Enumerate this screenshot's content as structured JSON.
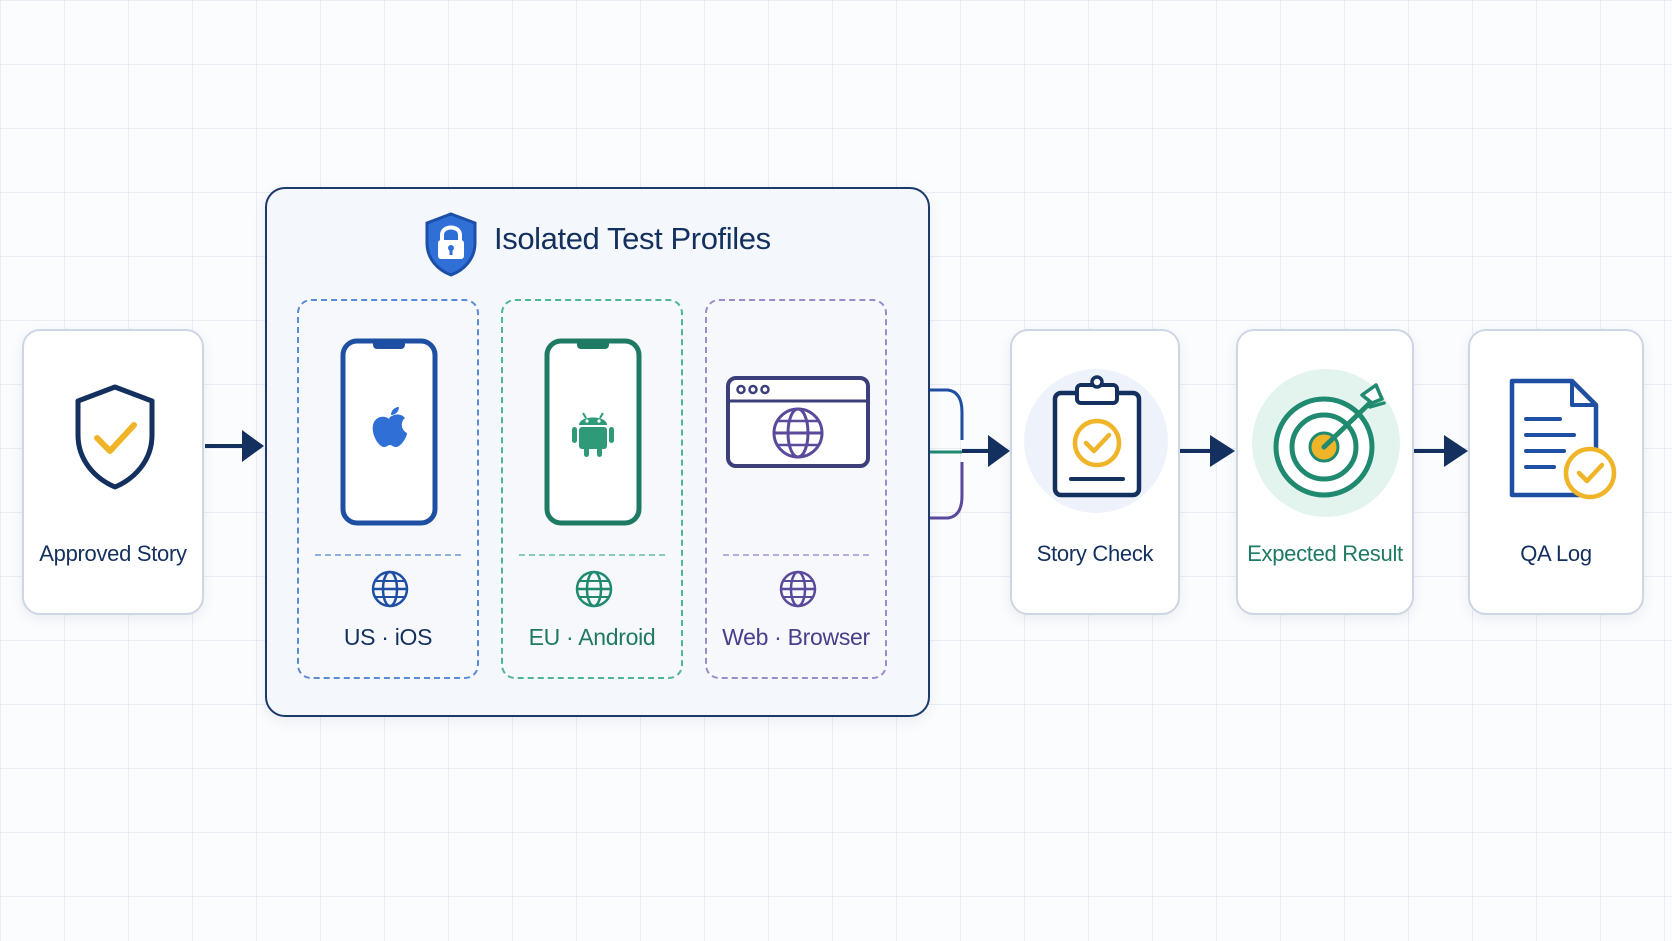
{
  "group": {
    "title": "Isolated Test Profiles",
    "profiles": [
      {
        "label": "US · iOS",
        "color": "#1f4fa3"
      },
      {
        "label": "EU · Android",
        "color": "#1f8a70"
      },
      {
        "label": "Web · Browser",
        "color": "#5b4a9c"
      }
    ]
  },
  "steps": {
    "approved_story": "Approved Story",
    "story_check": "Story Check",
    "expected_result": "Expected Result",
    "qa_log": "QA Log"
  },
  "icons": {
    "approved_story": "shield-check-icon",
    "group": "shield-lock-icon",
    "profile_ios": "iphone-apple-icon",
    "profile_android": "android-phone-icon",
    "profile_web": "browser-globe-icon",
    "region": "globe-icon",
    "story_check": "clipboard-check-icon",
    "expected_result": "target-arrow-icon",
    "qa_log": "document-check-icon"
  },
  "colors": {
    "navy": "#14305f",
    "accent_yellow": "#f0b429",
    "teal": "#1f8a70",
    "purple": "#5b4a9c",
    "blue": "#1f4fa3"
  }
}
